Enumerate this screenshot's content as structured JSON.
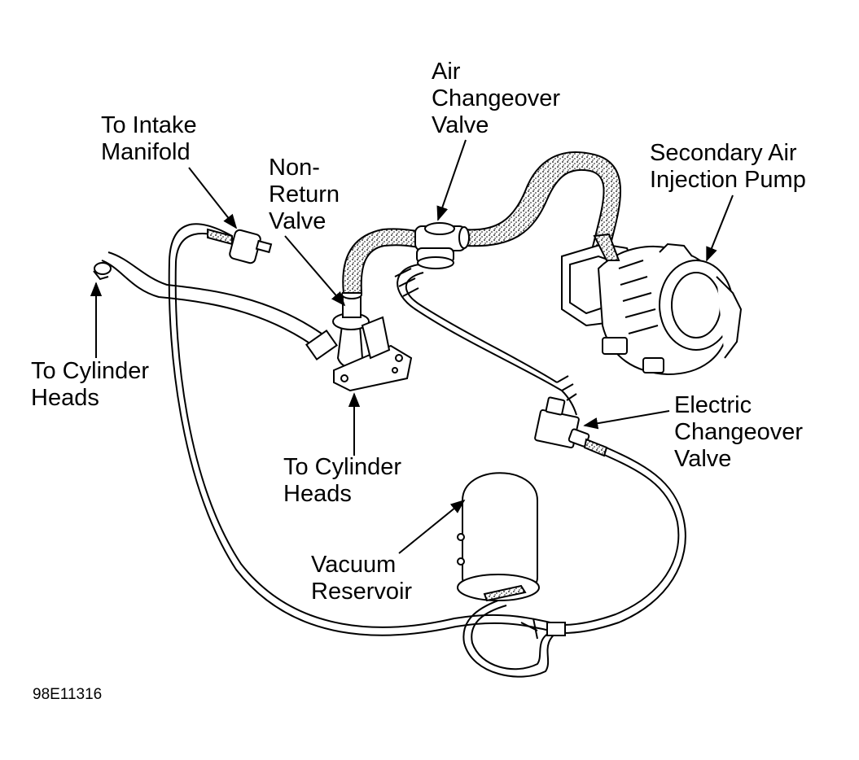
{
  "labels": {
    "air_changeover_valve": [
      "Air",
      "Changeover",
      "Valve"
    ],
    "secondary_air_injection_pump": [
      "Secondary Air",
      "Injection Pump"
    ],
    "to_intake_manifold": [
      "To Intake",
      "Manifold"
    ],
    "non_return_valve": [
      "Non-",
      "Return",
      "Valve"
    ],
    "to_cylinder_heads_left": [
      "To Cylinder",
      "Heads"
    ],
    "to_cylinder_heads_bottom": [
      "To Cylinder",
      "Heads"
    ],
    "electric_changeover_valve": [
      "Electric",
      "Changeover",
      "Valve"
    ],
    "vacuum_reservoir": [
      "Vacuum",
      "Reservoir"
    ]
  },
  "figure_id": "98E11316",
  "colors": {
    "line": "#000000",
    "background": "#ffffff"
  }
}
